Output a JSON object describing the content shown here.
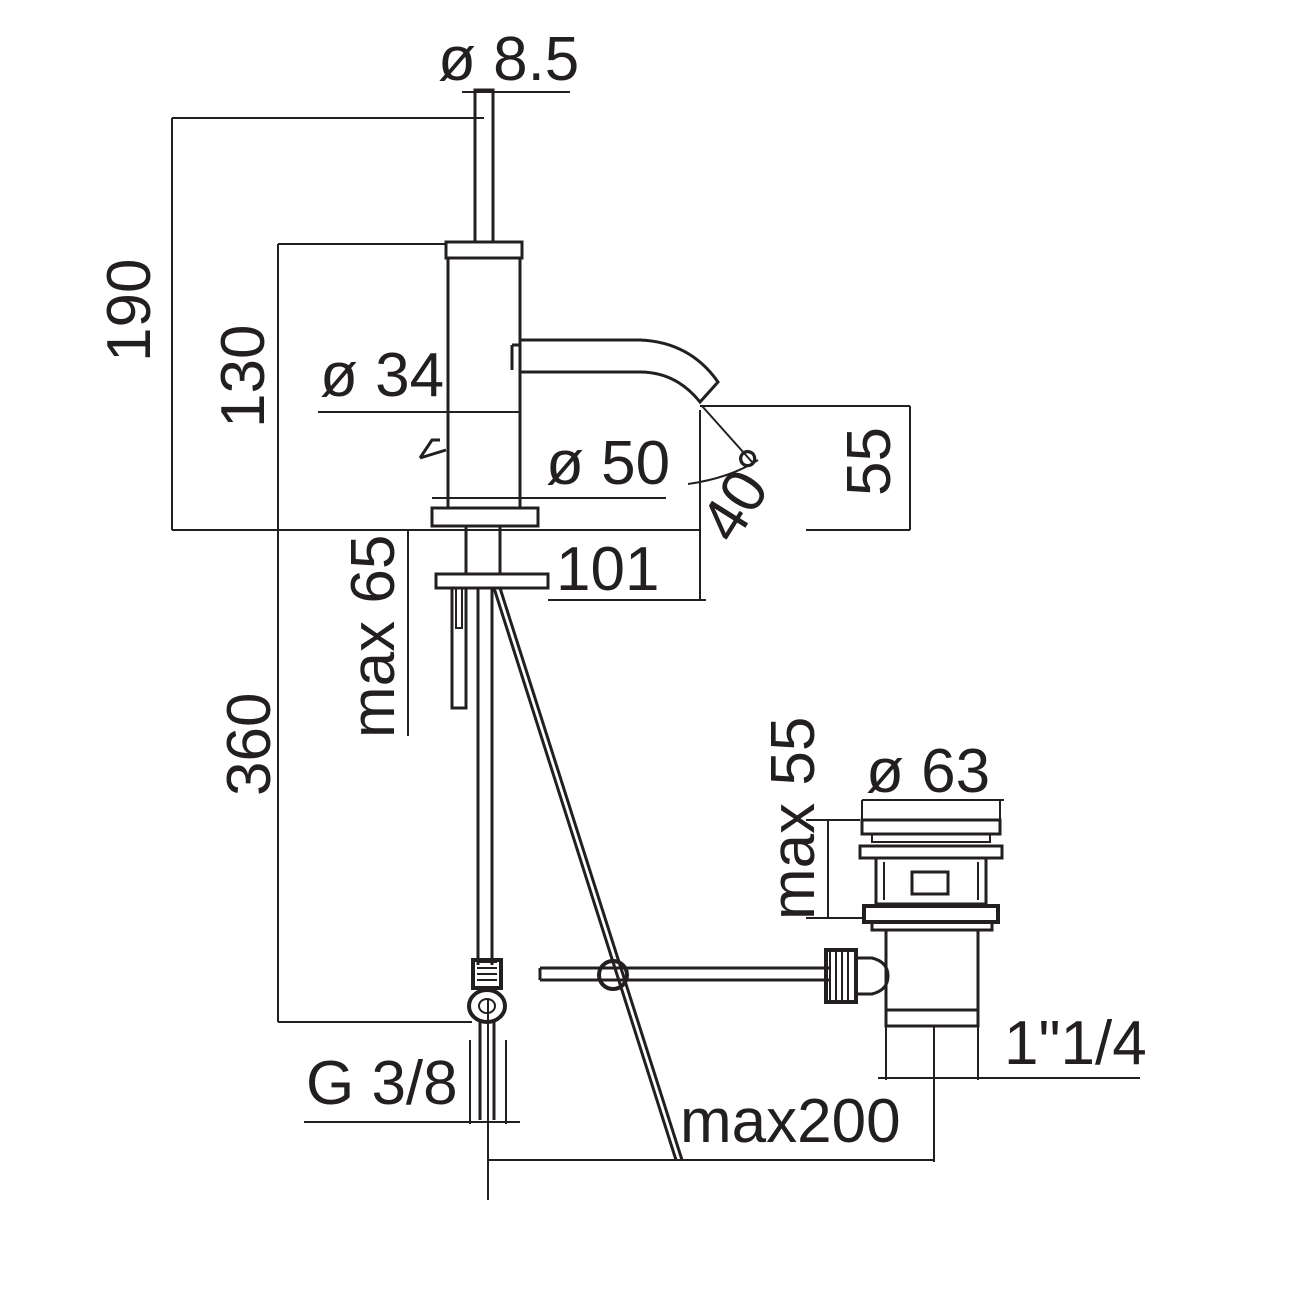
{
  "diagram": {
    "line_color": "#231f20",
    "background": "#ffffff",
    "dimensions": {
      "d_rod": "ø 8.5",
      "h_190": "190",
      "h_130": "130",
      "d_body": "ø 34",
      "d_base": "ø 50",
      "h_55": "55",
      "angle": "40°",
      "reach_101": "101",
      "max_65": "max 65",
      "len_360": "360",
      "max_55": "max 55",
      "d_waste": "ø 63",
      "thread_waste": "1\"1/4",
      "thread_inlet": "G 3/8",
      "max_200": "max200"
    }
  }
}
